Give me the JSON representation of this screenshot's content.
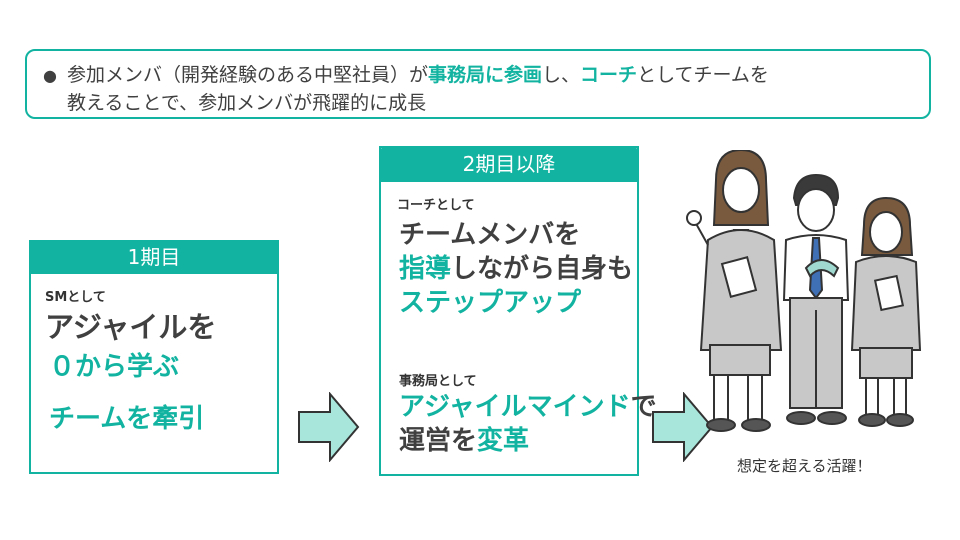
{
  "message": {
    "line1_a": "参加メンバ（開発経験のある中堅社員）が",
    "line1_b": "事務局に参画",
    "line1_c": "し、",
    "line1_d": "コーチ",
    "line1_e": "としてチームを",
    "line2": "教えることで、参加メンバが飛躍的に成長"
  },
  "card1": {
    "header": "1期目",
    "role": "SMとして",
    "line1": "アジャイルを",
    "line2": "０から学ぶ",
    "line3": "チームを牽引"
  },
  "card2": {
    "header": "2期目以降",
    "role1": "コーチとして",
    "line1": "チームメンバを",
    "line2_a": "指導",
    "line2_b": "しながら自身も",
    "line3": "ステップアップ",
    "role2": "事務局として",
    "line4_a": "アジャイルマインド",
    "line4_b": "で",
    "line5_a": "運営を",
    "line5_b": "変革"
  },
  "caption": "想定を超える活躍！",
  "colors": {
    "accent": "#12b3a0",
    "arrow_fill": "#a8e6dc",
    "text": "#404040"
  }
}
